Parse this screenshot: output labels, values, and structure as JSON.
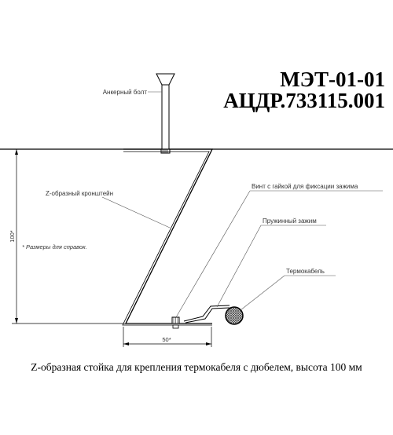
{
  "header": {
    "model": "МЭТ-01-01",
    "code": "АЦДР.733115.001"
  },
  "labels": {
    "anchor_bolt": "Анкерный болт",
    "z_bracket": "Z-образный кронштейн",
    "screw_nut": "Винт с гайкой для фиксации зажима",
    "spring_clamp": "Пружинный зажим",
    "thermocable": "Термокабель",
    "reference_note": "* Размеры для справок.",
    "dim_height": "100*",
    "dim_width": "50*"
  },
  "caption": "Z-образная стойка для крепления термокабеля с дюбелем, высота 100 мм",
  "colors": {
    "line": "#000000",
    "text": "#333333",
    "cable_hatch": "#555555"
  }
}
